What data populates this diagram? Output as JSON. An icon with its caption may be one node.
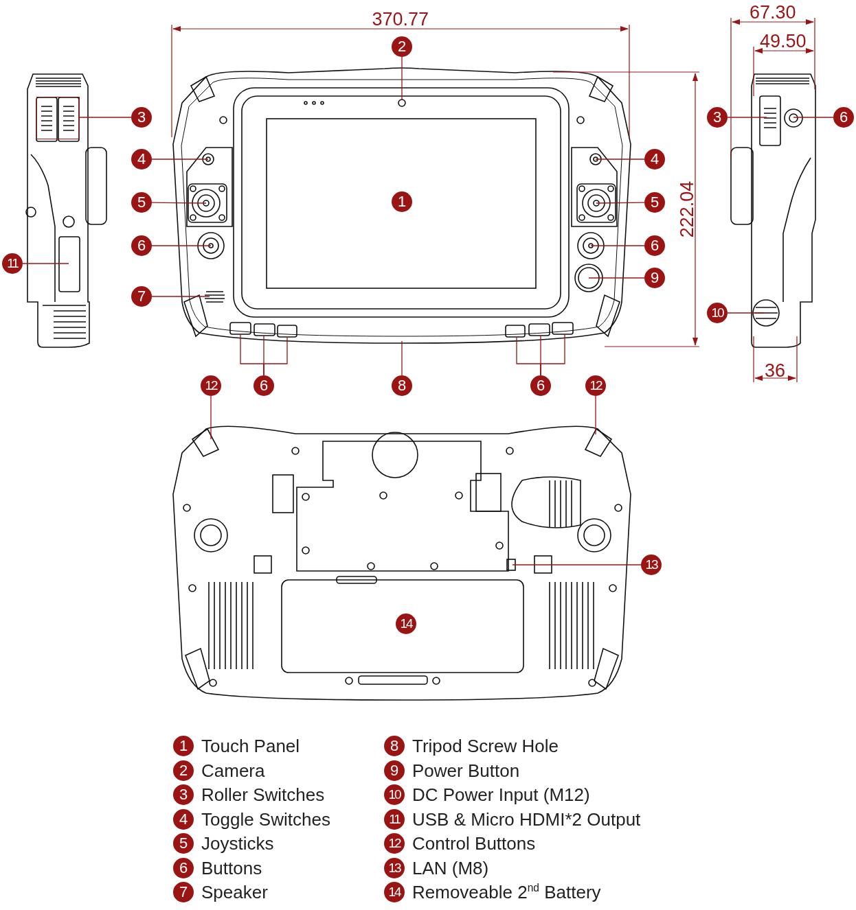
{
  "diagram": {
    "nodes": [
      {
        "text": [
          "2"
        ]
      },
      {
        "text": [],
        "shape": "box"
      },
      {
        "text": [
          "3"
        ]
      },
      {
        "text": [
          "3"
        ]
      },
      {
        "text": [
          "6"
        ]
      },
      {
        "text": [
          "4"
        ]
      },
      {
        "text": [
          "4"
        ]
      },
      {
        "text": [
          "5"
        ]
      },
      {
        "text": [
          "1"
        ]
      },
      {
        "text": [
          "5"
        ]
      },
      {
        "text": [
          "6"
        ]
      },
      {
        "text": [
          "6"
        ]
      },
      {
        "text": [
          "11"
        ]
      },
      {
        "text": [
          "9"
        ]
      },
      {
        "text": [
          "7"
        ]
      },
      {
        "text": [
          "10"
        ]
      },
      {
        "text": [
          "12"
        ]
      },
      {
        "text": [
          "6"
        ]
      },
      {
        "text": [
          "8"
        ]
      },
      {
        "text": [
          "6"
        ]
      },
      {
        "text": [
          "12"
        ]
      },
      {
        "text": [
          "13"
        ]
      },
      {
        "text": [
          "14"
        ]
      },
      {
        "text": [
          "1"
        ],
        "beside": [
          "Touch Panel"
        ]
      },
      {
        "text": [
          "8"
        ],
        "beside": [
          "Tripod Screw Hole"
        ]
      },
      {
        "text": [
          "2"
        ],
        "beside": [
          "Camera"
        ]
      },
      {
        "text": [
          "9"
        ],
        "beside": [
          "Power Button"
        ]
      },
      {
        "text": [
          "3"
        ],
        "beside": [
          "Roller Switches"
        ]
      },
      {
        "text": [
          "10"
        ],
        "beside": [
          "DC Power Input (M12)"
        ]
      },
      {
        "text": [
          "4"
        ],
        "beside": [
          "Toggle Switches"
        ]
      },
      {
        "text": [
          "11"
        ],
        "beside": [
          "USB & Micro HDMI*2 Output"
        ]
      },
      {
        "text": [
          "5"
        ],
        "beside": [
          "Joysticks"
        ]
      },
      {
        "text": [
          "12"
        ],
        "beside": [
          "Control Buttons"
        ]
      },
      {
        "text": [
          "6"
        ],
        "beside": [
          "Buttons"
        ]
      },
      {
        "text": [
          "13"
        ],
        "beside": [
          "LAN (M8)"
        ]
      },
      {
        "text": [
          "7"
        ],
        "beside": [
          "Speaker"
        ]
      },
      {
        "text": [
          "14"
        ],
        "beside": [
          "Removeable 2$^{nd}$ Battery"
        ]
      }
    ],
    "edges": [
      {
        "from": 0,
        "to": null,
        "arrow": "none"
      },
      {
        "from": 2,
        "to": 1,
        "arrow": "none"
      },
      {
        "from": 3,
        "to": null,
        "arrow": "none"
      },
      {
        "from": 4,
        "to": null,
        "arrow": "none"
      },
      {
        "from": 5,
        "to": null,
        "arrow": "none"
      },
      {
        "from": 6,
        "to": null,
        "arrow": "none"
      },
      {
        "from": 7,
        "to": null,
        "arrow": "none"
      },
      {
        "from": 9,
        "to": null,
        "arrow": "none"
      },
      {
        "from": 10,
        "to": null,
        "arrow": "none"
      },
      {
        "from": 11,
        "to": null,
        "arrow": "none"
      },
      {
        "from": 12,
        "to": null,
        "arrow": "none"
      },
      {
        "from": 13,
        "to": null,
        "arrow": "none"
      },
      {
        "from": 14,
        "to": null,
        "arrow": "none"
      },
      {
        "from": 15,
        "to": null,
        "arrow": "none"
      },
      {
        "from": 16,
        "to": null,
        "arrow": "none"
      },
      {
        "from": 17,
        "to": null,
        "arrow": "none"
      },
      {
        "from": 17,
        "to": null,
        "arrow": "none"
      },
      {
        "from": 17,
        "to": null,
        "arrow": "none"
      },
      {
        "from": 18,
        "to": null,
        "arrow": "none"
      },
      {
        "from": 19,
        "to": null,
        "arrow": "none"
      },
      {
        "from": 19,
        "to": null,
        "arrow": "none"
      },
      {
        "from": 19,
        "to": null,
        "arrow": "none"
      },
      {
        "from": 20,
        "to": null,
        "arrow": "none"
      },
      {
        "from": 21,
        "to": null,
        "arrow": "none"
      }
    ],
    "labels": [
      "370.77",
      "67.30",
      "49.50",
      "222.04",
      "36"
    ]
  }
}
